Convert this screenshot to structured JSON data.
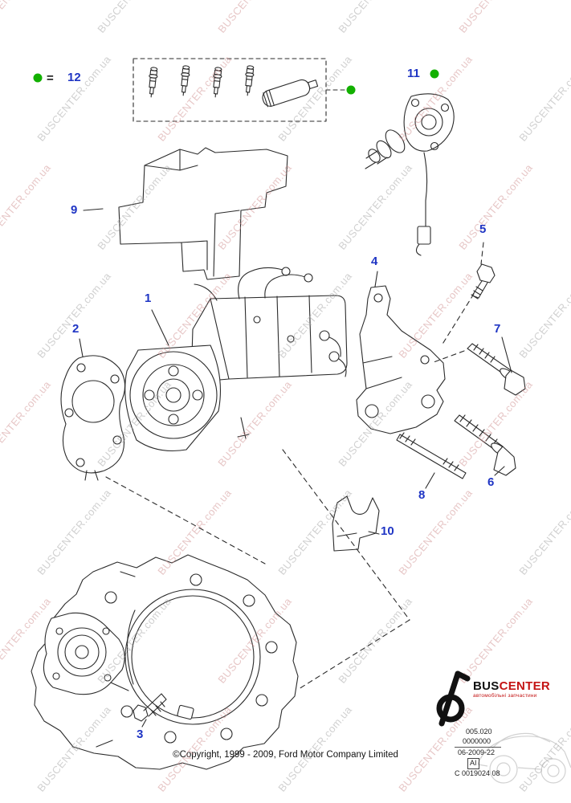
{
  "watermark": {
    "text": "BUSCENTER.com.ua"
  },
  "legend": {
    "equals": "="
  },
  "callouts": {
    "c1": "1",
    "c2": "2",
    "c3": "3",
    "c4": "4",
    "c5": "5",
    "c6": "6",
    "c7": "7",
    "c8": "8",
    "c9": "9",
    "c10": "10",
    "c11": "11",
    "c12": "12"
  },
  "footer": {
    "copyright": "©Copyright, 1999 - 2009, Ford Motor Company Limited"
  },
  "brand": {
    "bus": "BUS",
    "center": "CENTER",
    "tagline": "автомобільні запчастини",
    "code1": "005.020",
    "code2": "0000000",
    "code3": "06-2009-22",
    "code4": "AI",
    "code5": "C 0019024 08"
  },
  "colors": {
    "callout_blue": "#1f35c4",
    "dot_green": "#12b000",
    "brand_red": "#c41414",
    "watermark_red": "#cf8f8f",
    "watermark_gray": "#a3a3a3"
  }
}
